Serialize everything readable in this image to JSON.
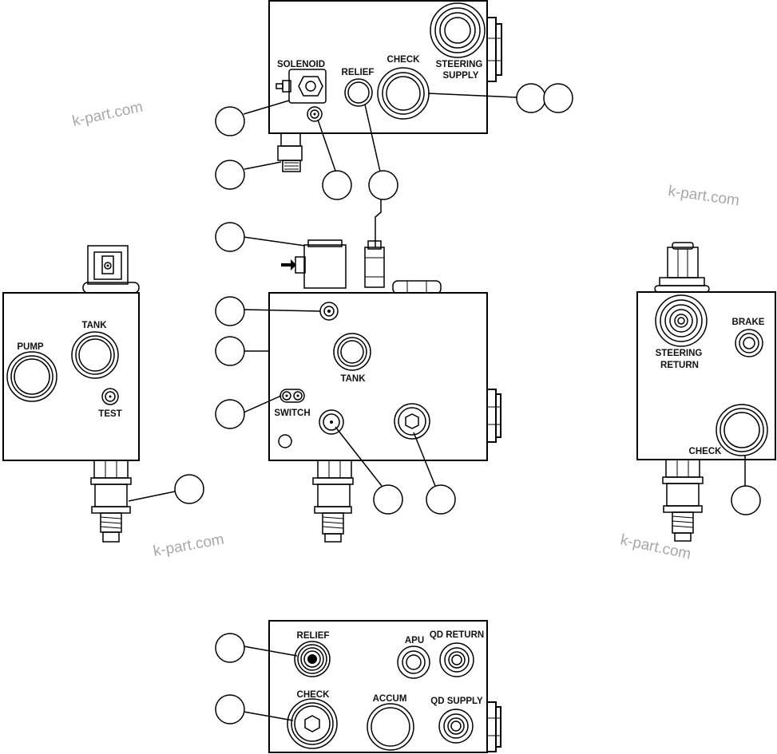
{
  "labels": {
    "solenoid": "SOLENOID",
    "relief_top": "RELIEF",
    "check_top": "CHECK",
    "steering_supply_1": "STEERING",
    "steering_supply_2": "SUPPLY",
    "pump": "PUMP",
    "tank_left": "TANK",
    "test": "TEST",
    "tank_center": "TANK",
    "switch": "SWITCH",
    "brake": "BRAKE",
    "steering_return_1": "STEERING",
    "steering_return_2": "RETURN",
    "check_right": "CHECK",
    "relief_bottom": "RELIEF",
    "apu": "APU",
    "qd_return": "QD RETURN",
    "check_bottom": "CHECK",
    "accum": "ACCUM",
    "qd_supply": "QD SUPPLY"
  },
  "watermark": "k-part.com"
}
